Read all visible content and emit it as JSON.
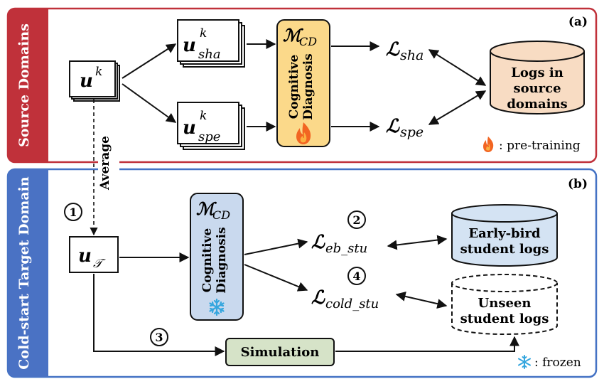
{
  "panel_a": {
    "side_label": "Source Domains",
    "tag": "(a)",
    "u_k": {
      "base": "u",
      "sup": "k"
    },
    "u_sha": {
      "base": "u",
      "sup": "k",
      "sub": "sha"
    },
    "u_spe": {
      "base": "u",
      "sup": "k",
      "sub": "spe"
    },
    "model": {
      "symbol": "ℳ",
      "sub": "CD",
      "text_line1": "Cognitive",
      "text_line2": "Diagnosis"
    },
    "loss_sha": {
      "symbol": "ℒ",
      "sub": "sha"
    },
    "loss_spe": {
      "symbol": "ℒ",
      "sub": "spe"
    },
    "logs": [
      "Logs in",
      "source",
      "domains"
    ],
    "legend": ": pre-training",
    "average_label": "Average"
  },
  "panel_b": {
    "side_label": "Cold-start Target Domain",
    "tag": "(b)",
    "u_t": {
      "base": "u",
      "sub": "𝒯"
    },
    "model": {
      "symbol": "ℳ",
      "sub": "CD",
      "text_line1": "Cognitive",
      "text_line2": "Diagnosis"
    },
    "loss_eb": {
      "symbol": "ℒ",
      "sub": "eb_stu"
    },
    "loss_cold": {
      "symbol": "ℒ",
      "sub": "cold_stu"
    },
    "logs_eb": [
      "Early-bird",
      "student logs"
    ],
    "logs_unseen": [
      "Unseen",
      "student logs"
    ],
    "simulation": "Simulation",
    "steps": [
      "1",
      "2",
      "3",
      "4"
    ],
    "legend": ": frozen"
  },
  "colors": {
    "panel_a_border": "#c0313a",
    "panel_a_side": "#c0313a",
    "panel_b_border": "#4472c4",
    "panel_b_side": "#4a72c4",
    "model_a_fill": "#fbd98a",
    "model_b_fill": "#c9d9ee",
    "logs_a_fill": "#f8dcc3",
    "logs_b_fill": "#d4e3f3",
    "simulation_fill": "#d6e3c8",
    "fire": "#f26522",
    "snow": "#35a6de"
  }
}
